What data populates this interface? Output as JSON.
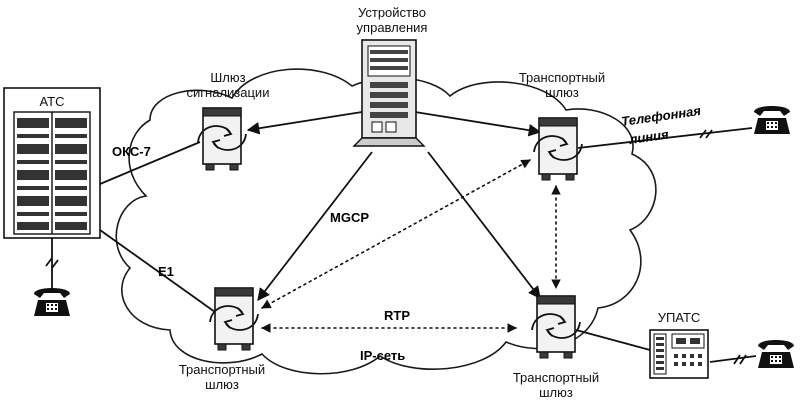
{
  "nodes": {
    "control_device": {
      "label_line1": "Устройство",
      "label_line2": "управления"
    },
    "signaling_gateway": {
      "label_line1": "Шлюз",
      "label_line2": "сигнализации"
    },
    "transport_gw_top": {
      "label_line1": "Транспортный",
      "label_line2": "шлюз"
    },
    "transport_gw_left": {
      "label_line1": "Транспортный",
      "label_line2": "шлюз"
    },
    "transport_gw_right": {
      "label_line1": "Транспортный",
      "label_line2": "шлюз"
    },
    "ats": {
      "label": "АТС"
    },
    "upats": {
      "label": "УПАТС"
    }
  },
  "links": {
    "oks7": "ОКС-7",
    "e1": "E1",
    "mgcp": "MGCP",
    "rtp": "RTP",
    "ip_network": "IP-сеть",
    "phone_line_1": "Телефонная",
    "phone_line_2": "линия"
  },
  "icons": [
    "phone-icon",
    "server-icon",
    "gateway-icon",
    "switch-cabinet-icon",
    "pbx-icon"
  ]
}
